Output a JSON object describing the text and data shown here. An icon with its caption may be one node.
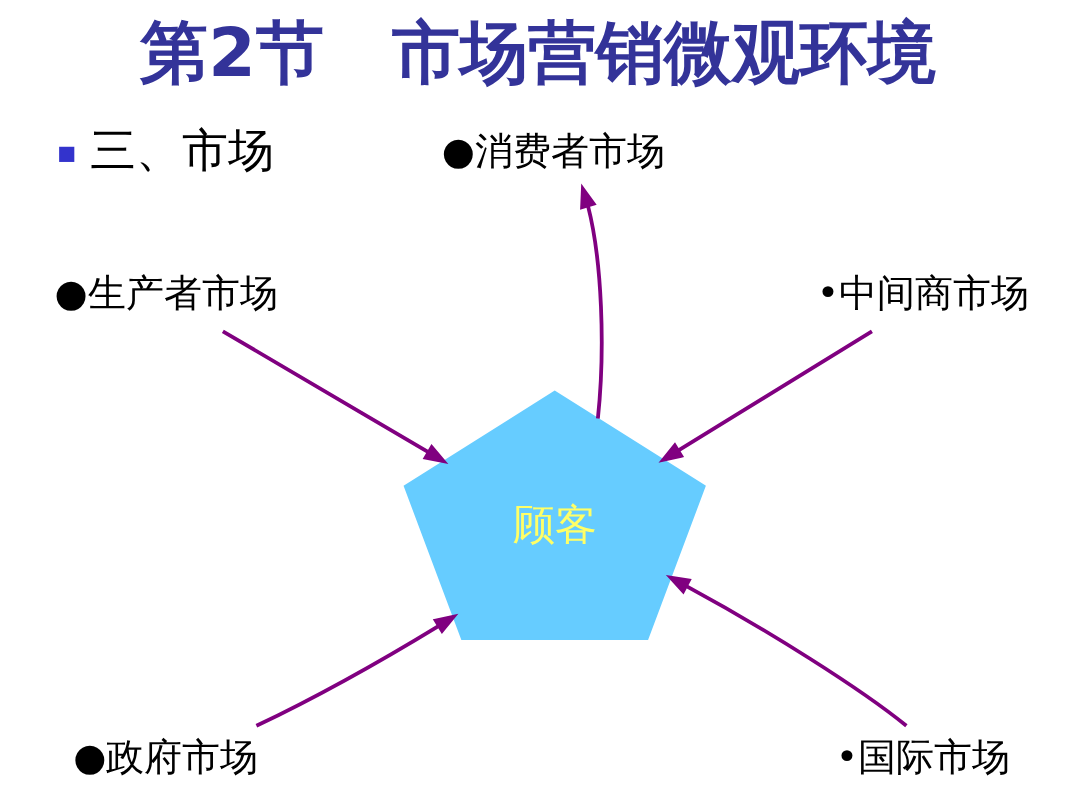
{
  "diagram": {
    "title": "第2节　市场营销微观环境",
    "nodes": [
      {
        "text": [
          "●消费者市场"
        ]
      },
      {
        "text": [
          "●生产者市场"
        ]
      },
      {
        "text": [
          "•中间商市场"
        ]
      },
      {
        "text": [
          "顾客"
        ]
      },
      {
        "text": [
          "●政府市场"
        ]
      },
      {
        "text": [
          "•国际市场"
        ]
      }
    ],
    "edges": [
      {
        "from": 3,
        "to": 0,
        "arrow": "to"
      },
      {
        "from": 1,
        "to": 3,
        "arrow": "to"
      },
      {
        "from": 2,
        "to": 3,
        "arrow": "to"
      },
      {
        "from": 4,
        "to": 3,
        "arrow": "to"
      },
      {
        "from": 5,
        "to": 3,
        "arrow": "to"
      }
    ],
    "labels": [
      "三、市场"
    ]
  }
}
